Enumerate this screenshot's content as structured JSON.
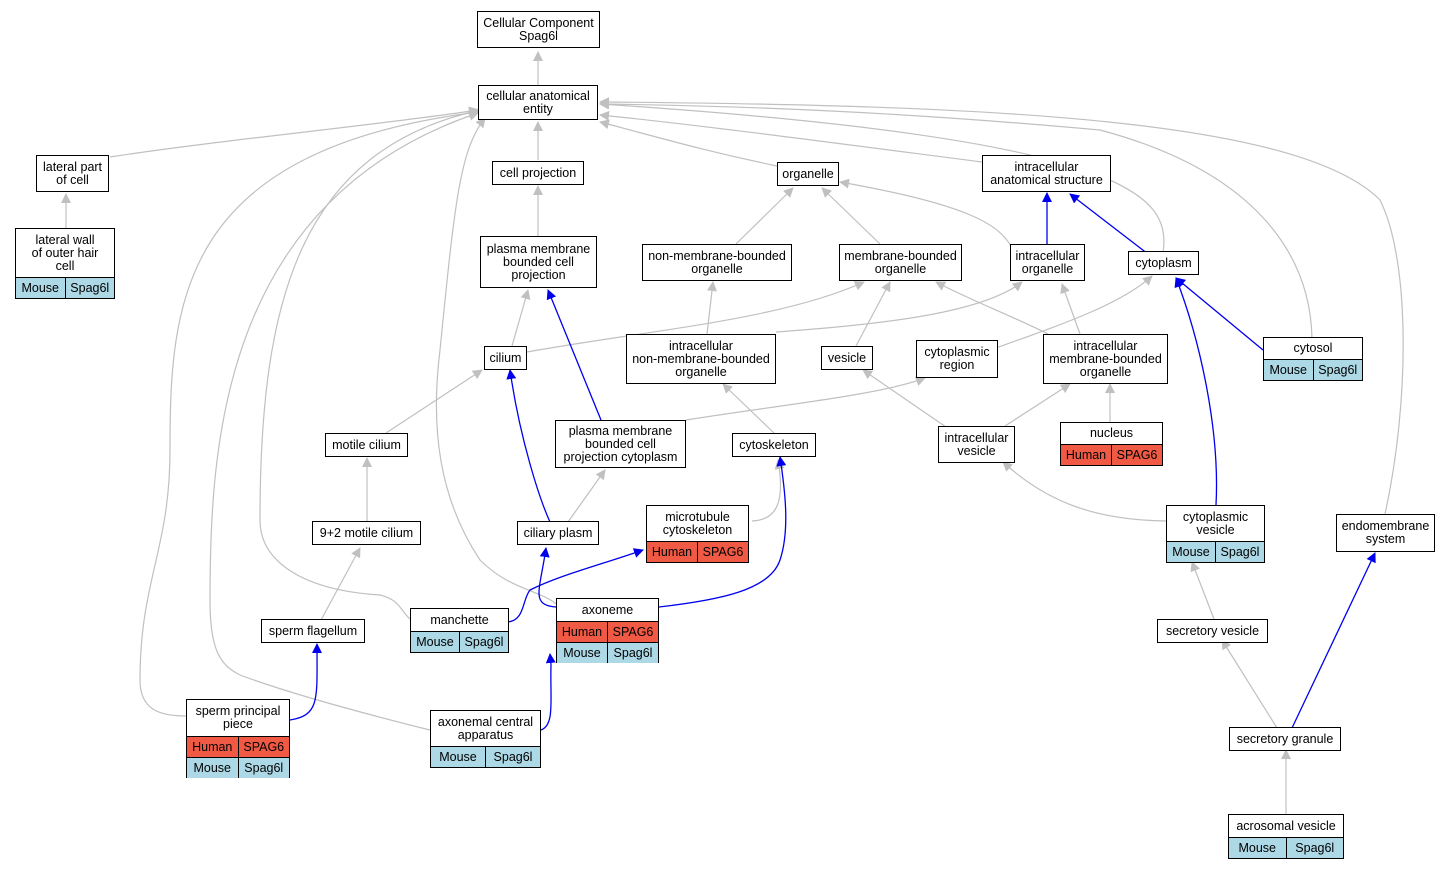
{
  "colors": {
    "is_a_edge": "#c0c0c0",
    "part_of_edge": "#0000ee",
    "mouse": "#add8e6",
    "human": "#f05a44"
  },
  "nodes": {
    "root": {
      "lines": [
        "Cellular Component",
        "Spag6l"
      ]
    },
    "cae": {
      "lines": [
        "cellular anatomical",
        "entity"
      ]
    },
    "lateral_part": {
      "lines": [
        "lateral part",
        "of cell"
      ]
    },
    "cell_projection": {
      "lines": [
        "cell projection"
      ]
    },
    "organelle": {
      "lines": [
        "organelle"
      ]
    },
    "ias": {
      "lines": [
        "intracellular",
        "anatomical structure"
      ]
    },
    "lateral_wall": {
      "lines": [
        "lateral wall",
        "of outer hair",
        "cell"
      ],
      "mouse": [
        "Mouse",
        "Spag6l"
      ]
    },
    "pmbcp": {
      "lines": [
        "plasma membrane",
        "bounded cell",
        "projection"
      ]
    },
    "nmbo": {
      "lines": [
        "non-membrane-bounded",
        "organelle"
      ]
    },
    "mbo": {
      "lines": [
        "membrane-bounded",
        "organelle"
      ]
    },
    "io": {
      "lines": [
        "intracellular",
        "organelle"
      ]
    },
    "cytoplasm": {
      "lines": [
        "cytoplasm"
      ]
    },
    "cilium": {
      "lines": [
        "cilium"
      ]
    },
    "inmbo": {
      "lines": [
        "intracellular",
        "non-membrane-bounded",
        "organelle"
      ]
    },
    "vesicle": {
      "lines": [
        "vesicle"
      ]
    },
    "cyto_region": {
      "lines": [
        "cytoplasmic",
        "region"
      ]
    },
    "imbo": {
      "lines": [
        "intracellular",
        "membrane-bounded",
        "organelle"
      ]
    },
    "cytosol": {
      "lines": [
        "cytosol"
      ],
      "mouse": [
        "Mouse",
        "Spag6l"
      ]
    },
    "motile_cilium": {
      "lines": [
        "motile cilium"
      ]
    },
    "pmbcpc": {
      "lines": [
        "plasma membrane",
        "bounded cell",
        "projection cytoplasm"
      ]
    },
    "cytoskeleton": {
      "lines": [
        "cytoskeleton"
      ]
    },
    "ivesicle": {
      "lines": [
        "intracellular",
        "vesicle"
      ]
    },
    "nucleus": {
      "lines": [
        "nucleus"
      ],
      "human": [
        "Human",
        "SPAG6"
      ]
    },
    "motile92": {
      "lines": [
        "9+2 motile cilium"
      ]
    },
    "ciliary_plasm": {
      "lines": [
        "ciliary plasm"
      ]
    },
    "mt_cytoskeleton": {
      "lines": [
        "microtubule",
        "cytoskeleton"
      ],
      "human": [
        "Human",
        "SPAG6"
      ]
    },
    "cvesicle": {
      "lines": [
        "cytoplasmic",
        "vesicle"
      ],
      "mouse": [
        "Mouse",
        "Spag6l"
      ]
    },
    "endomembrane": {
      "lines": [
        "endomembrane",
        "system"
      ]
    },
    "manchette": {
      "lines": [
        "manchette"
      ],
      "mouse": [
        "Mouse",
        "Spag6l"
      ]
    },
    "axoneme": {
      "lines": [
        "axoneme"
      ],
      "human": [
        "Human",
        "SPAG6"
      ],
      "mouse": [
        "Mouse",
        "Spag6l"
      ]
    },
    "sperm_flagellum": {
      "lines": [
        "sperm flagellum"
      ]
    },
    "secretory_vesicle": {
      "lines": [
        "secretory vesicle"
      ]
    },
    "spp": {
      "lines": [
        "sperm principal",
        "piece"
      ],
      "human": [
        "Human",
        "SPAG6"
      ],
      "mouse": [
        "Mouse",
        "Spag6l"
      ]
    },
    "axc": {
      "lines": [
        "axonemal central",
        "apparatus"
      ],
      "mouse": [
        "Mouse",
        "Spag6l"
      ]
    },
    "secretory_granule": {
      "lines": [
        "secretory granule"
      ]
    },
    "acrosomal": {
      "lines": [
        "acrosomal vesicle"
      ],
      "mouse": [
        "Mouse",
        "Spag6l"
      ]
    }
  }
}
